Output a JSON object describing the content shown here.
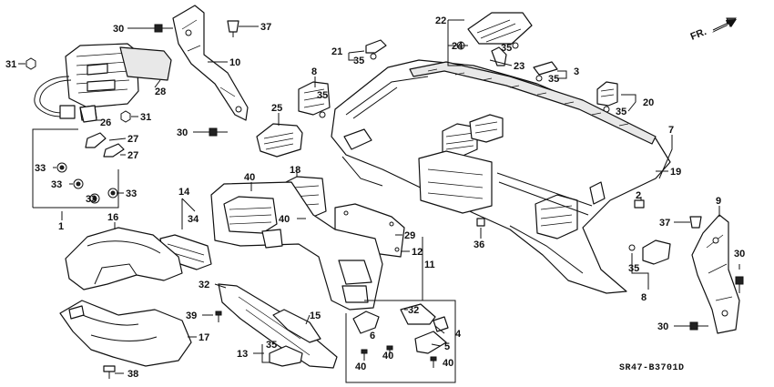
{
  "diagram": {
    "direction_label": "FR.",
    "reference_code": "SR47-B3701D",
    "callouts": [
      {
        "id": "c30a",
        "text": "30"
      },
      {
        "id": "c37a",
        "text": "37"
      },
      {
        "id": "c22",
        "text": "22"
      },
      {
        "id": "c31a",
        "text": "31"
      },
      {
        "id": "c10",
        "text": "10"
      },
      {
        "id": "c21",
        "text": "21"
      },
      {
        "id": "c24",
        "text": "24"
      },
      {
        "id": "c35a",
        "text": "35"
      },
      {
        "id": "c35b",
        "text": "35"
      },
      {
        "id": "c23",
        "text": "23"
      },
      {
        "id": "c28",
        "text": "28"
      },
      {
        "id": "c8a",
        "text": "8"
      },
      {
        "id": "c3",
        "text": "3"
      },
      {
        "id": "c35c",
        "text": "35"
      },
      {
        "id": "c35d",
        "text": "35"
      },
      {
        "id": "c20",
        "text": "20"
      },
      {
        "id": "c26",
        "text": "26"
      },
      {
        "id": "c31b",
        "text": "31"
      },
      {
        "id": "c25",
        "text": "25"
      },
      {
        "id": "c35e",
        "text": "35"
      },
      {
        "id": "c7",
        "text": "7"
      },
      {
        "id": "c30b",
        "text": "30"
      },
      {
        "id": "c27a",
        "text": "27"
      },
      {
        "id": "c27b",
        "text": "27"
      },
      {
        "id": "c19",
        "text": "19"
      },
      {
        "id": "c33a",
        "text": "33"
      },
      {
        "id": "c33b",
        "text": "33"
      },
      {
        "id": "c33c",
        "text": "33"
      },
      {
        "id": "c33d",
        "text": "33"
      },
      {
        "id": "c18",
        "text": "18"
      },
      {
        "id": "c40a",
        "text": "40"
      },
      {
        "id": "c14",
        "text": "14"
      },
      {
        "id": "c2",
        "text": "2"
      },
      {
        "id": "c1",
        "text": "1"
      },
      {
        "id": "c16",
        "text": "16"
      },
      {
        "id": "c34",
        "text": "34"
      },
      {
        "id": "c40b",
        "text": "40"
      },
      {
        "id": "c9",
        "text": "9"
      },
      {
        "id": "c37b",
        "text": "37"
      },
      {
        "id": "c29",
        "text": "29"
      },
      {
        "id": "c12",
        "text": "12"
      },
      {
        "id": "c36",
        "text": "36"
      },
      {
        "id": "c30c",
        "text": "30"
      },
      {
        "id": "c11",
        "text": "11"
      },
      {
        "id": "c35f",
        "text": "35"
      },
      {
        "id": "c8b",
        "text": "8"
      },
      {
        "id": "c32a",
        "text": "32"
      },
      {
        "id": "c39",
        "text": "39"
      },
      {
        "id": "c15",
        "text": "15"
      },
      {
        "id": "c32b",
        "text": "32"
      },
      {
        "id": "c30d",
        "text": "30"
      },
      {
        "id": "c17",
        "text": "17"
      },
      {
        "id": "c6",
        "text": "6"
      },
      {
        "id": "c4",
        "text": "4"
      },
      {
        "id": "c5",
        "text": "5"
      },
      {
        "id": "c13",
        "text": "13"
      },
      {
        "id": "c35g",
        "text": "35"
      },
      {
        "id": "c40c",
        "text": "40"
      },
      {
        "id": "c40d",
        "text": "40"
      },
      {
        "id": "c40e",
        "text": "40"
      },
      {
        "id": "c38",
        "text": "38"
      }
    ]
  }
}
